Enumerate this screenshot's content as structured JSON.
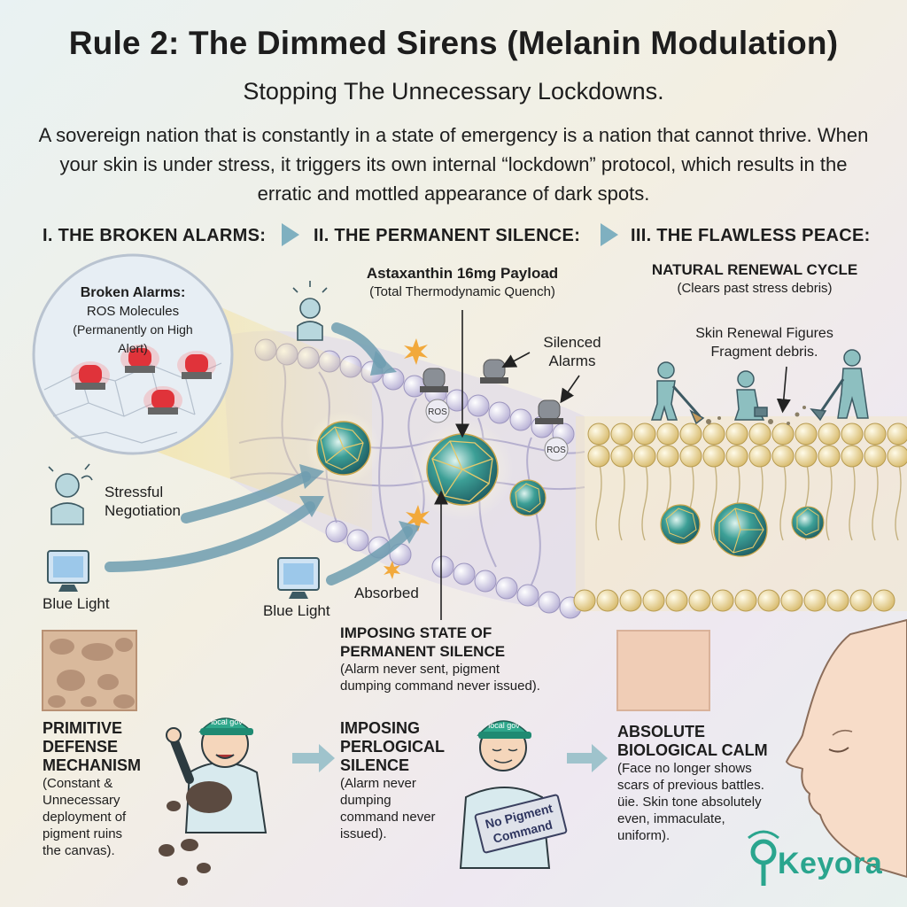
{
  "header": {
    "title": "Rule 2: The Dimmed Sirens (Melanin Modulation)",
    "subtitle": "Stopping The Unnecessary Lockdowns.",
    "intro": "A sovereign nation that is constantly in a state of emergency is a nation that cannot thrive. When your skin is under stress, it triggers its own internal “lockdown” protocol, which results in the erratic and mottled appearance of dark spots."
  },
  "steps": [
    {
      "label": "I. THE BROKEN ALARMS:"
    },
    {
      "label": "II. THE PERMANENT SILENCE:"
    },
    {
      "label": "III. THE FLAWLESS PEACE:"
    }
  ],
  "diagram": {
    "inset_title": "Broken Alarms:",
    "inset_line1": "ROS Molecules",
    "inset_line2": "(Permanently on High Alert)",
    "stress_label_1": "Stressful",
    "stress_label_2": "Negotiation",
    "blue_light_left": "Blue Light",
    "blue_light_mid": "Blue Light",
    "absorbed": "Absorbed",
    "payload_title": "Astaxanthin 16mg Payload",
    "payload_sub": "(Total Thermodynamic Quench)",
    "silenced_1": "Silenced",
    "silenced_2": "Alarms",
    "ros_tag": "ROS",
    "renewal_title": "NATURAL RENEWAL CYCLE",
    "renewal_sub": "(Clears past stress debris)",
    "figures_1": "Skin Renewal Figures",
    "figures_2": "Fragment debris.",
    "silence_title_1": "IMPOSING STATE OF",
    "silence_title_2": "PERMANENT SILENCE",
    "silence_sub_1": "(Alarm never sent, pigment",
    "silence_sub_2": "dumping command never issued)."
  },
  "bottom": {
    "left": {
      "h1": "PRIMITIVE",
      "h2": "DEFENSE",
      "h3": "MECHANISM",
      "lines": [
        "(Constant &",
        "Unnecessary",
        "deployment of",
        "pigment ruins",
        "the canvas)."
      ]
    },
    "middle": {
      "h1": "IMPOSING",
      "h2": "PERLOGICAL",
      "h3": "SILENCE",
      "lines": [
        "(Alarm never",
        "dumping",
        "command never",
        "issued)."
      ]
    },
    "right": {
      "h1": "ABSOLUTE",
      "h2": "BIOLOGICAL CALM",
      "lines": [
        "(Face no longer shows",
        "scars of previous battles.",
        "üie. Skin tone absolutely",
        "even, immaculate,",
        "uniform)."
      ]
    },
    "cap_text": "local gov",
    "sign_1": "No Pigment",
    "sign_2": "Command"
  },
  "brand": {
    "logo_text": "Keyora",
    "color": "#2aa58e"
  },
  "colors": {
    "accent": "#7fb0c0",
    "alarm": "#e0333a",
    "lipid": "#e7cf8a",
    "membrane": "#c9c4de"
  }
}
